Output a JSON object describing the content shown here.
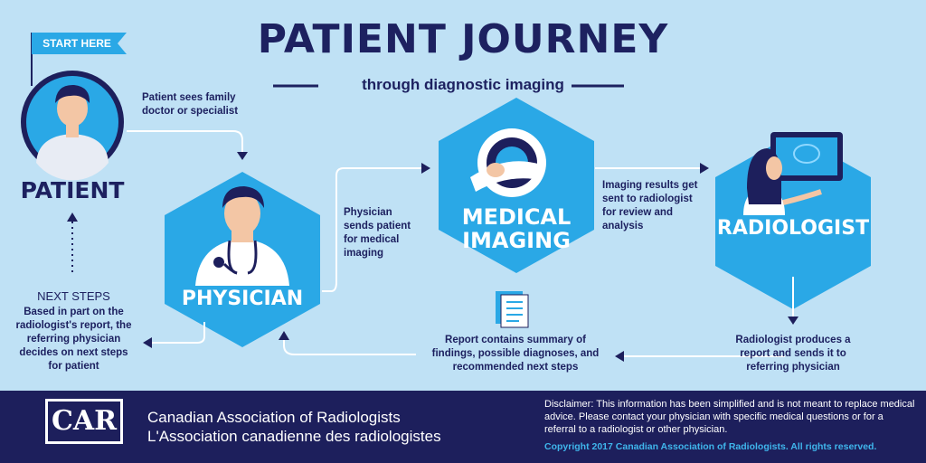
{
  "title": "PATIENT JOURNEY",
  "subtitle": "through diagnostic imaging",
  "start_here": "START HERE",
  "nodes": {
    "patient": "PATIENT",
    "physician": "PHYSICIAN",
    "medical_imaging_line1": "MEDICAL",
    "medical_imaging_line2": "IMAGING",
    "radiologist": "RADIOLOGIST"
  },
  "steps": {
    "sees_doctor": "Patient sees family doctor or specialist",
    "sends_patient": "Physician sends patient for medical imaging",
    "results_sent": "Imaging results get sent to radiologist for review and analysis",
    "produces_report": "Radiologist produces a report and sends it to referring physician",
    "report_contains": "Report contains summary of findings, possible diagnoses, and recommended next steps",
    "next_steps_title": "NEXT STEPS",
    "next_steps_text": "Based in part on the radiologist's report, the referring physician decides on next steps for patient"
  },
  "footer": {
    "logo": "CAR",
    "org_en": "Canadian Association of Radiologists",
    "org_fr": "L'Association canadienne des radiologistes",
    "disclaimer": "Disclaimer: This information has been simplified and is not meant to replace medical advice. Please contact your physician with specific medical questions or for a referral to a radiologist or other physician.",
    "copyright": "Copyright 2017 Canadian Association of Radiologists. All rights reserved."
  },
  "colors": {
    "background": "#bfe1f5",
    "navy": "#1d1f5c",
    "hex_blue": "#2aa8e6",
    "accent": "#3fb6ec"
  },
  "icons": [
    "flag-icon",
    "patient-avatar-icon",
    "doctor-icon",
    "mri-scanner-icon",
    "radiologist-monitor-icon",
    "report-clipboard-icon"
  ]
}
